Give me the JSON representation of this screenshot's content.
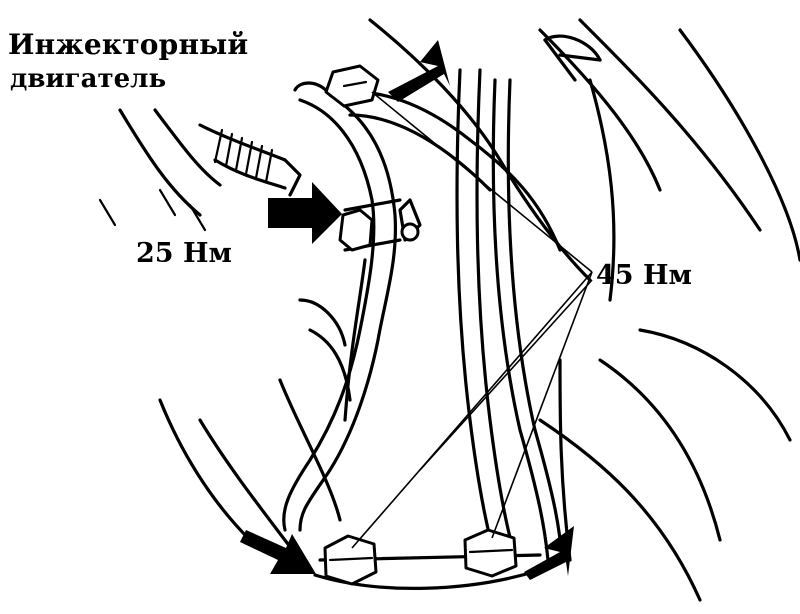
{
  "labels": {
    "engine_type_line1": "Инжекторный",
    "engine_type_line2": "двигатель",
    "torque_upper": "25 Нм",
    "torque_lower": "45 Нм"
  },
  "colors": {
    "ink": "#000000",
    "paper": "#ffffff"
  },
  "icons": {
    "pointer": "arrow-icon",
    "fastener": "bolt-icon"
  }
}
